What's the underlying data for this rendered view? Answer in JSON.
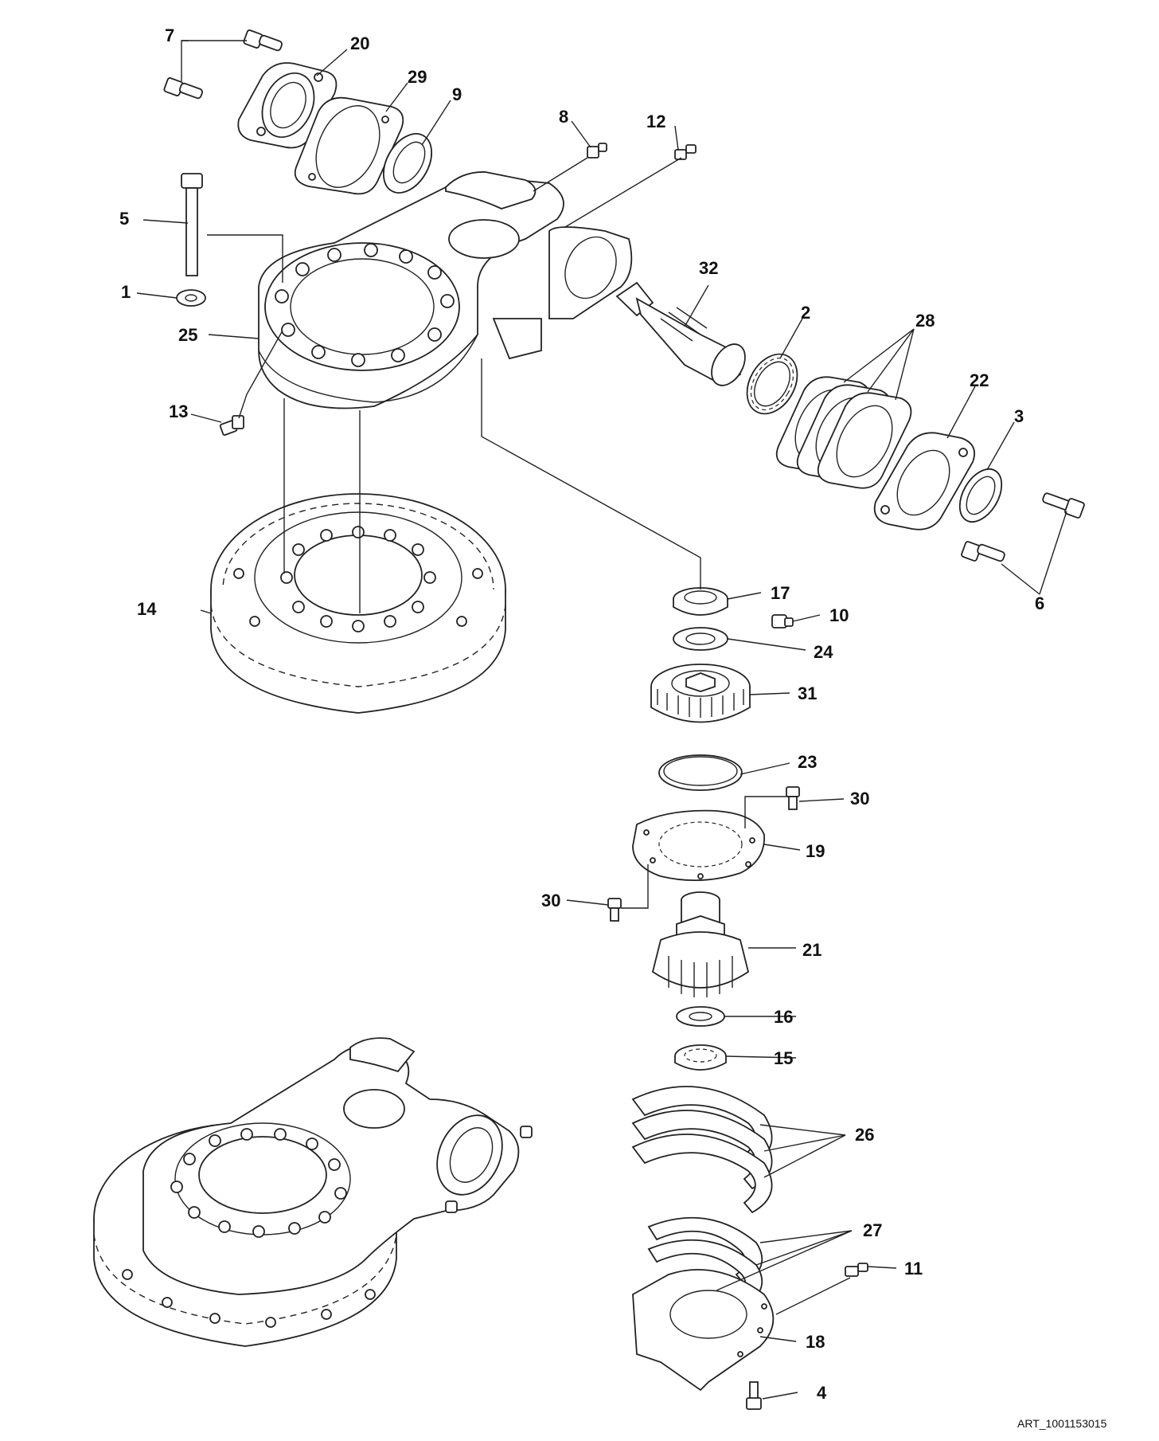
{
  "diagram": {
    "art_reference": "ART_1001153015",
    "callouts": {
      "c1": "1",
      "c2": "2",
      "c3": "3",
      "c4": "4",
      "c5": "5",
      "c6": "6",
      "c7": "7",
      "c8": "8",
      "c9": "9",
      "c10": "10",
      "c11": "11",
      "c12": "12",
      "c13": "13",
      "c14": "14",
      "c15": "15",
      "c16": "16",
      "c17": "17",
      "c18": "18",
      "c19": "19",
      "c20": "20",
      "c21": "21",
      "c22": "22",
      "c23": "23",
      "c24": "24",
      "c25": "25",
      "c26": "26",
      "c27": "27",
      "c28": "28",
      "c29": "29",
      "c30a": "30",
      "c30b": "30",
      "c31": "31",
      "c32": "32"
    }
  }
}
